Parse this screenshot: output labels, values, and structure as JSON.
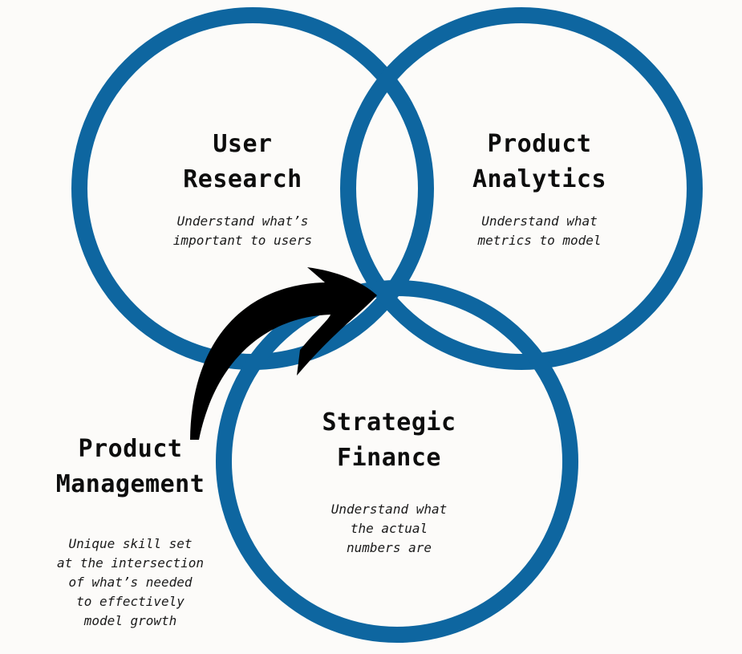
{
  "diagram": {
    "circle_color": "#0e66a0",
    "arrow_color": "#000000",
    "user_research": {
      "title_line1": "User",
      "title_line2": "Research",
      "description": "Understand what’s\nimportant to users"
    },
    "product_analytics": {
      "title_line1": "Product",
      "title_line2": "Analytics",
      "description": "Understand what\nmetrics to model"
    },
    "strategic_finance": {
      "title_line1": "Strategic",
      "title_line2": "Finance",
      "description": "Understand what\nthe actual\nnumbers are"
    },
    "product_management": {
      "title_line1": "Product",
      "title_line2": "Management",
      "description": "Unique skill set\nat the intersection\nof what’s needed\nto effectively\nmodel growth"
    }
  }
}
